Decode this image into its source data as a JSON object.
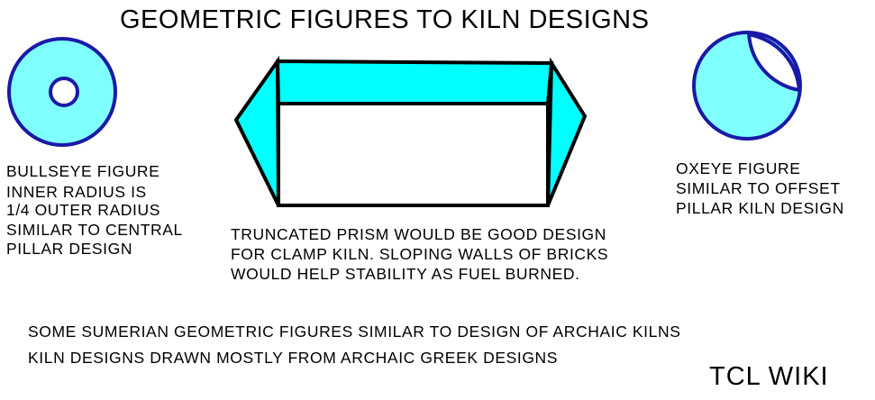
{
  "title": "GEOMETRIC  FIGURES  TO  KILN DESIGNS",
  "bullseye": {
    "lines": [
      "BULLSEYE FIGURE",
      "INNER RADIUS IS",
      "1/4 OUTER RADIUS",
      "SIMILAR TO CENTRAL",
      "PILLAR DESIGN"
    ]
  },
  "prism": {
    "lines": [
      "TRUNCATED PRISM WOULD BE GOOD DESIGN",
      "FOR  CLAMP  KILN. SLOPING WALLS OF BRICKS",
      "WOULD HELP STABILITY AS  FUEL BURNED."
    ]
  },
  "oxeye": {
    "lines": [
      "OXEYE FIGURE",
      "SIMILAR TO OFFSET",
      "PILLAR KILN DESIGN"
    ]
  },
  "footer": {
    "line1": "SOME SUMERIAN GEOMETRIC  FIGURES SIMILAR TO DESIGN  OF ARCHAIC KILNS",
    "line2": "KILN DESIGNS DRAWN MOSTLY FROM ARCHAIC GREEK DESIGNS"
  },
  "credit": "TCL  WIKI",
  "colors": {
    "fill": "#80ffff",
    "stroke": "#1a1aa6",
    "ink": "#000000",
    "white": "#ffffff"
  }
}
